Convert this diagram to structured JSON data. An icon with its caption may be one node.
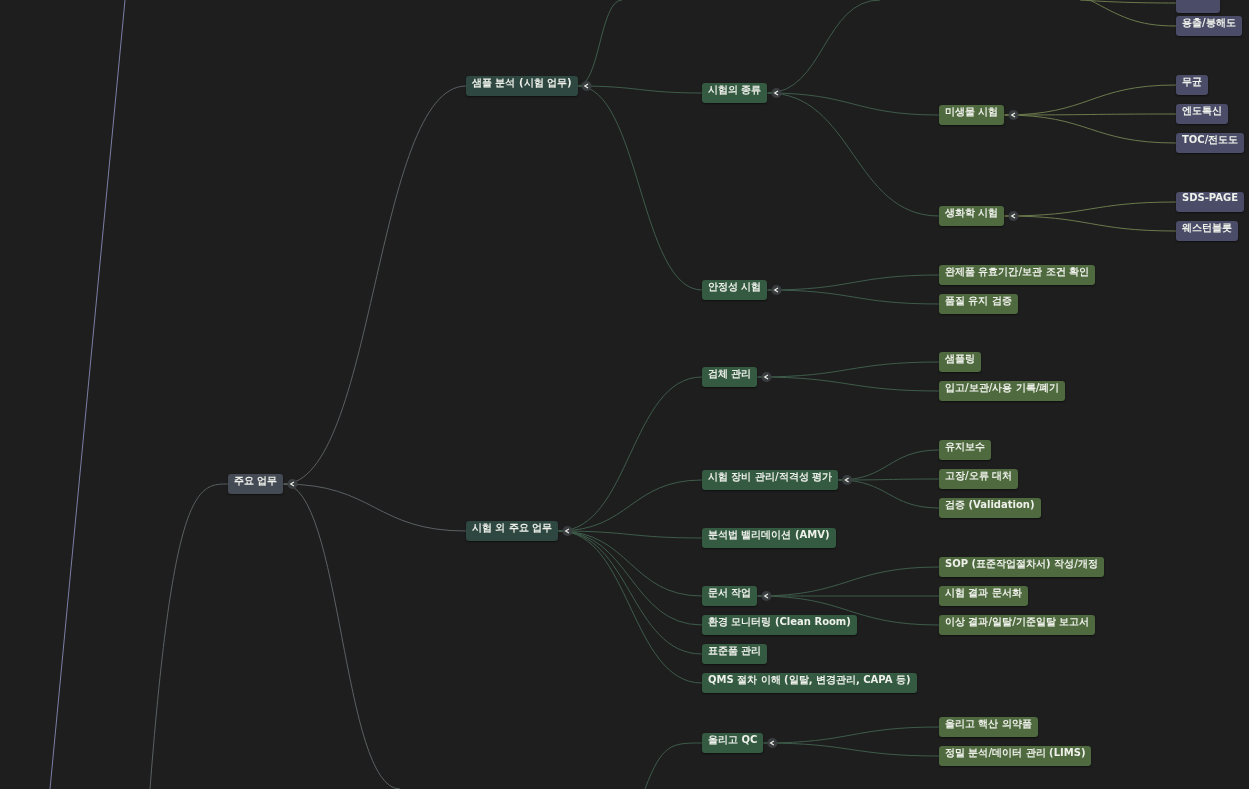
{
  "diagram": {
    "nodes": [
      {
        "text": [
          "주요 업무"
        ]
      },
      {
        "text": [
          "샘플 분석 (시험 업무)"
        ]
      },
      {
        "text": [
          "시험 외 주요 업무"
        ]
      },
      {
        "text": [
          "시험의 종류"
        ]
      },
      {
        "text": [
          "미생물 시험"
        ]
      },
      {
        "text": [
          "무균"
        ]
      },
      {
        "text": [
          "엔도톡신"
        ]
      },
      {
        "text": [
          "TOC/전도도"
        ]
      },
      {
        "text": [
          "생화학 시험"
        ]
      },
      {
        "text": [
          "SDS-PAGE"
        ]
      },
      {
        "text": [
          "웨스턴블롯"
        ]
      },
      {
        "text": [],
        "shape": "box"
      },
      {
        "text": [
          "용출/붕해도"
        ]
      },
      {
        "text": [
          "안정성 시험"
        ]
      },
      {
        "text": [
          "완제품 유효기간/보관 조건 확인"
        ]
      },
      {
        "text": [
          "품질 유지 검증"
        ]
      },
      {
        "text": [
          "검체 관리"
        ]
      },
      {
        "text": [
          "샘플링"
        ]
      },
      {
        "text": [
          "입고/보관/사용 기록/폐기"
        ]
      },
      {
        "text": [
          "시험 장비 관리/적격성 평가"
        ]
      },
      {
        "text": [
          "유지보수"
        ]
      },
      {
        "text": [
          "고장/오류 대처"
        ]
      },
      {
        "text": [
          "검증 (Validation)"
        ]
      },
      {
        "text": [
          "분석법 밸리데이션 (AMV)"
        ]
      },
      {
        "text": [
          "문서 작업"
        ]
      },
      {
        "text": [
          "SOP (표준작업절차서) 작성/개정"
        ]
      },
      {
        "text": [
          "시험 결과 문서화"
        ]
      },
      {
        "text": [
          "이상 결과/일탈/기준일탈 보고서"
        ]
      },
      {
        "text": [
          "환경 모니터링 (Clean Room)"
        ]
      },
      {
        "text": [
          "표준품 관리"
        ]
      },
      {
        "text": [
          "QMS 절차 이해 (일탈, 변경관리, CAPA 등)"
        ]
      },
      {
        "text": [
          "올리고 QC"
        ]
      },
      {
        "text": [
          "올리고 핵산 의약품"
        ]
      },
      {
        "text": [
          "정밀 분석/데이터 관리 (LIMS)"
        ]
      }
    ],
    "edges": [
      {
        "from": null,
        "to": 0,
        "arrow": "none",
        "color": "#5a6062"
      },
      {
        "from": 0,
        "to": 1,
        "arrow": "none",
        "color": "#5a6062"
      },
      {
        "from": 0,
        "to": 2,
        "arrow": "none",
        "color": "#5a6062"
      },
      {
        "from": 0,
        "to": null,
        "arrow": "none",
        "color": "#5a6062"
      },
      {
        "from": 1,
        "to": null,
        "arrow": "none"
      },
      {
        "from": 1,
        "to": 3,
        "arrow": "none"
      },
      {
        "from": 1,
        "to": 13,
        "arrow": "none"
      },
      {
        "from": 3,
        "to": null,
        "arrow": "none"
      },
      {
        "from": 3,
        "to": 4,
        "arrow": "none"
      },
      {
        "from": 3,
        "to": 8,
        "arrow": "none"
      },
      {
        "from": 4,
        "to": 5,
        "arrow": "none",
        "color": "#6b7a4c"
      },
      {
        "from": 4,
        "to": 6,
        "arrow": "none",
        "color": "#6b7a4c"
      },
      {
        "from": 4,
        "to": 7,
        "arrow": "none",
        "color": "#6b7a4c"
      },
      {
        "from": 8,
        "to": 9,
        "arrow": "none",
        "color": "#6b7a4c"
      },
      {
        "from": 8,
        "to": 10,
        "arrow": "none",
        "color": "#6b7a4c"
      },
      {
        "from": null,
        "to": 11,
        "arrow": "none",
        "color": "#6b7a4c"
      },
      {
        "from": null,
        "to": 12,
        "arrow": "none",
        "color": "#6b7a4c"
      },
      {
        "from": 13,
        "to": 14,
        "arrow": "none"
      },
      {
        "from": 13,
        "to": 15,
        "arrow": "none"
      },
      {
        "from": 2,
        "to": 16,
        "arrow": "none"
      },
      {
        "from": 2,
        "to": 19,
        "arrow": "none"
      },
      {
        "from": 2,
        "to": 23,
        "arrow": "none"
      },
      {
        "from": 2,
        "to": 24,
        "arrow": "none"
      },
      {
        "from": 2,
        "to": 28,
        "arrow": "none"
      },
      {
        "from": 2,
        "to": 29,
        "arrow": "none"
      },
      {
        "from": 2,
        "to": 30,
        "arrow": "none"
      },
      {
        "from": 16,
        "to": 17,
        "arrow": "none"
      },
      {
        "from": 16,
        "to": 18,
        "arrow": "none"
      },
      {
        "from": 19,
        "to": 20,
        "arrow": "none"
      },
      {
        "from": 19,
        "to": 21,
        "arrow": "none"
      },
      {
        "from": 19,
        "to": 22,
        "arrow": "none"
      },
      {
        "from": 24,
        "to": 25,
        "arrow": "none"
      },
      {
        "from": 24,
        "to": 26,
        "arrow": "none"
      },
      {
        "from": 24,
        "to": 27,
        "arrow": "none"
      },
      {
        "from": null,
        "to": 31,
        "arrow": "none"
      },
      {
        "from": 31,
        "to": 32,
        "arrow": "none"
      },
      {
        "from": 31,
        "to": 33,
        "arrow": "none"
      }
    ]
  }
}
